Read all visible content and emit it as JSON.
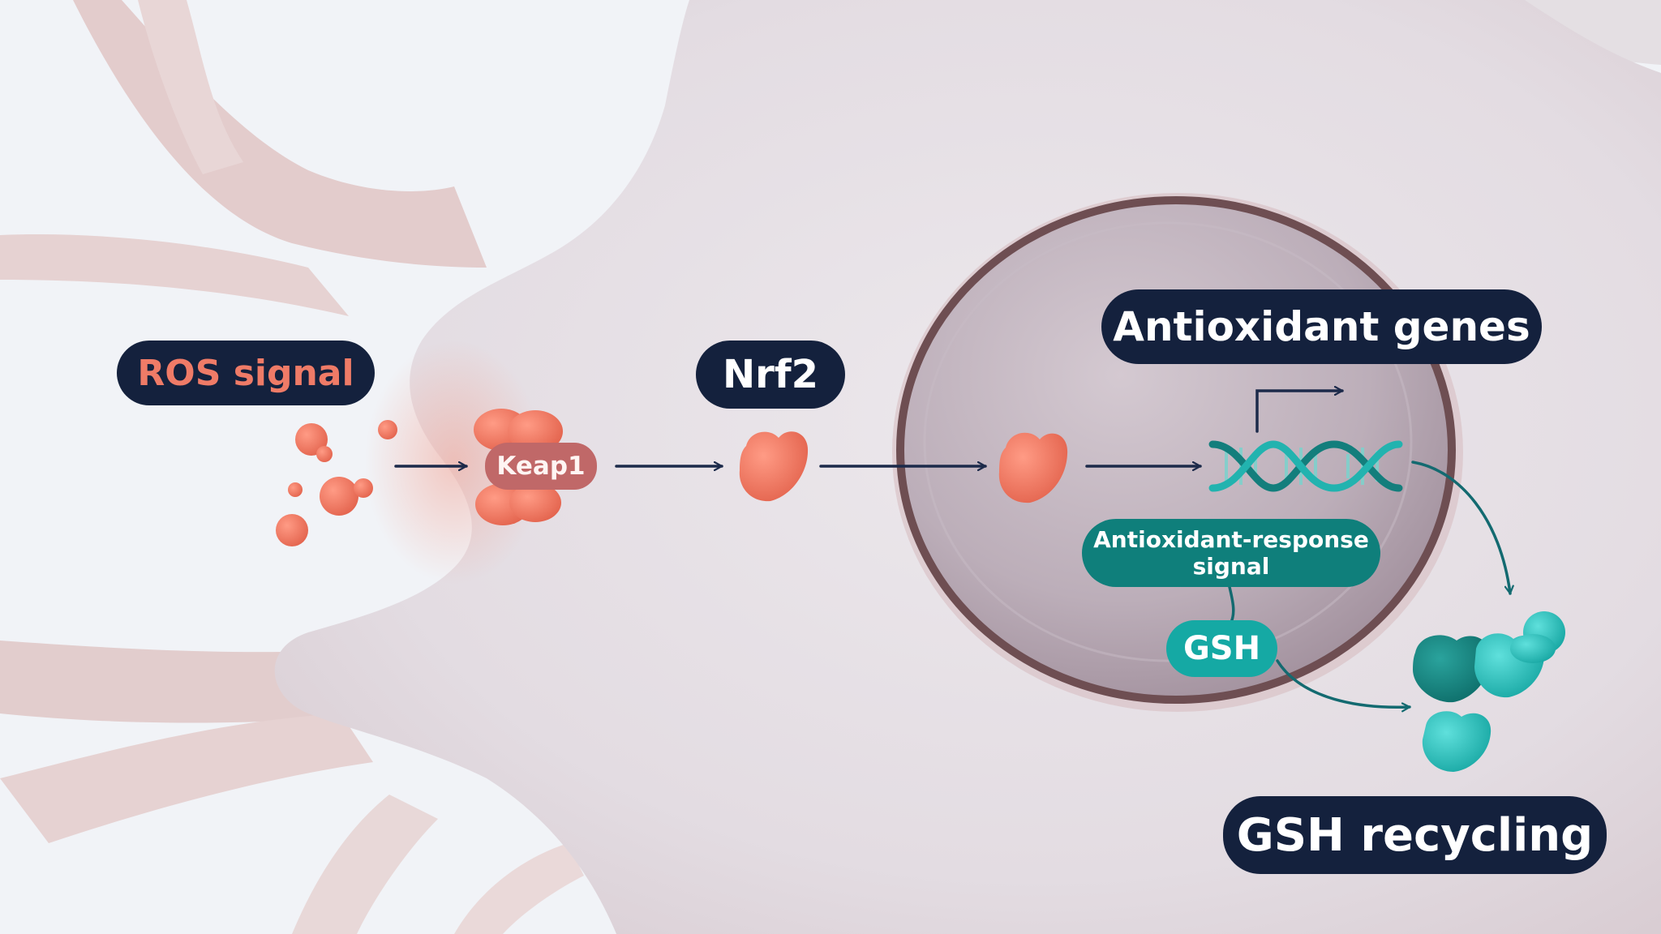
{
  "labels": {
    "ros_signal": "ROS signal",
    "keap1": "Keap1",
    "nrf2": "Nrf2",
    "antioxidant_genes": "Antioxidant genes",
    "are_line1": "Antioxidant-response",
    "are_line2": "signal",
    "gsh": "GSH",
    "gsh_recycling": "GSH recycling"
  },
  "colors": {
    "background": "#f1f3f7",
    "cell_body": "#e6e0e5",
    "dendrite": "#e2cdcd",
    "nucleus": "#b9aab5",
    "nuclear_rim": "#6e4e52",
    "ros_orange": "#ef7b67",
    "keap1_red": "#c06868",
    "label_navy": "#14213d",
    "arrow_navy": "#1c2a4a",
    "teal_dark": "#0f7f7b",
    "teal_light": "#2cc3c0"
  },
  "icons": [
    "ros-molecule-icon",
    "keap1-complex-icon",
    "nrf2-protein-icon",
    "dna-helix-icon",
    "gsh-molecule-icon"
  ]
}
